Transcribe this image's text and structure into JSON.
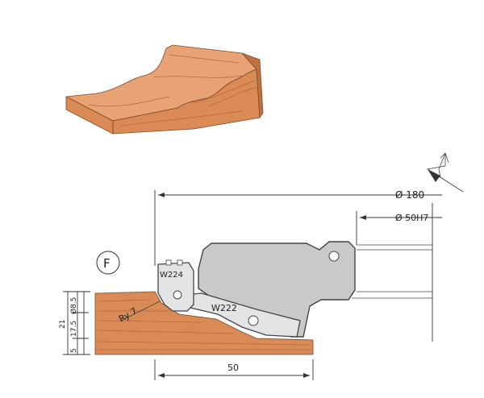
{
  "labels": {
    "profile_letter": "F",
    "knife_top": "W224",
    "knife_main": "W222",
    "radius": "Ry 7",
    "dia_outer": "Ø 180",
    "dia_bore": "Ø 50H7",
    "width": "50",
    "height_total": "21",
    "height_a": "5",
    "height_b": "17.5",
    "height_c": "Ø8.5"
  },
  "colors": {
    "wood_face": "#d98a55",
    "wood_side": "#c0713d",
    "wood_top": "#e8a274",
    "wood_grain": "#b4663a",
    "tool_body": "#c9c9cb",
    "tool_edge": "#444444",
    "knife_fill": "#e4e4e6"
  },
  "icons": {
    "rotation": "rotation-arrow-icon"
  }
}
